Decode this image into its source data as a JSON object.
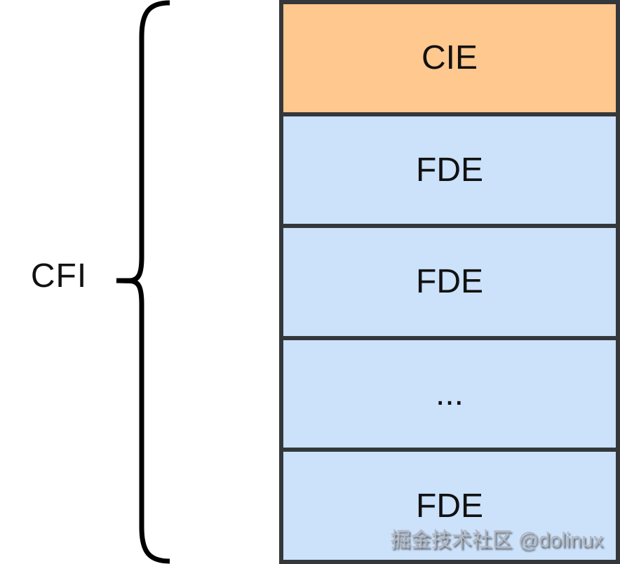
{
  "brace": {
    "label": "CFI"
  },
  "boxes": [
    {
      "label": "CIE",
      "fill": "#FFC88E"
    },
    {
      "label": "FDE",
      "fill": "#CCE1FA"
    },
    {
      "label": "FDE",
      "fill": "#CCE1FA"
    },
    {
      "label": "...",
      "fill": "#CCE1FA"
    },
    {
      "label": "FDE",
      "fill": "#CCE1FA"
    }
  ],
  "colors": {
    "border": "#34383B",
    "box_text": "#111111",
    "brace_stroke": "#000000",
    "watermark_text": "#B3B8C0",
    "watermark_shadow": "#5E6269"
  },
  "watermark": {
    "text": "掘金技术社区 @dolinux"
  }
}
